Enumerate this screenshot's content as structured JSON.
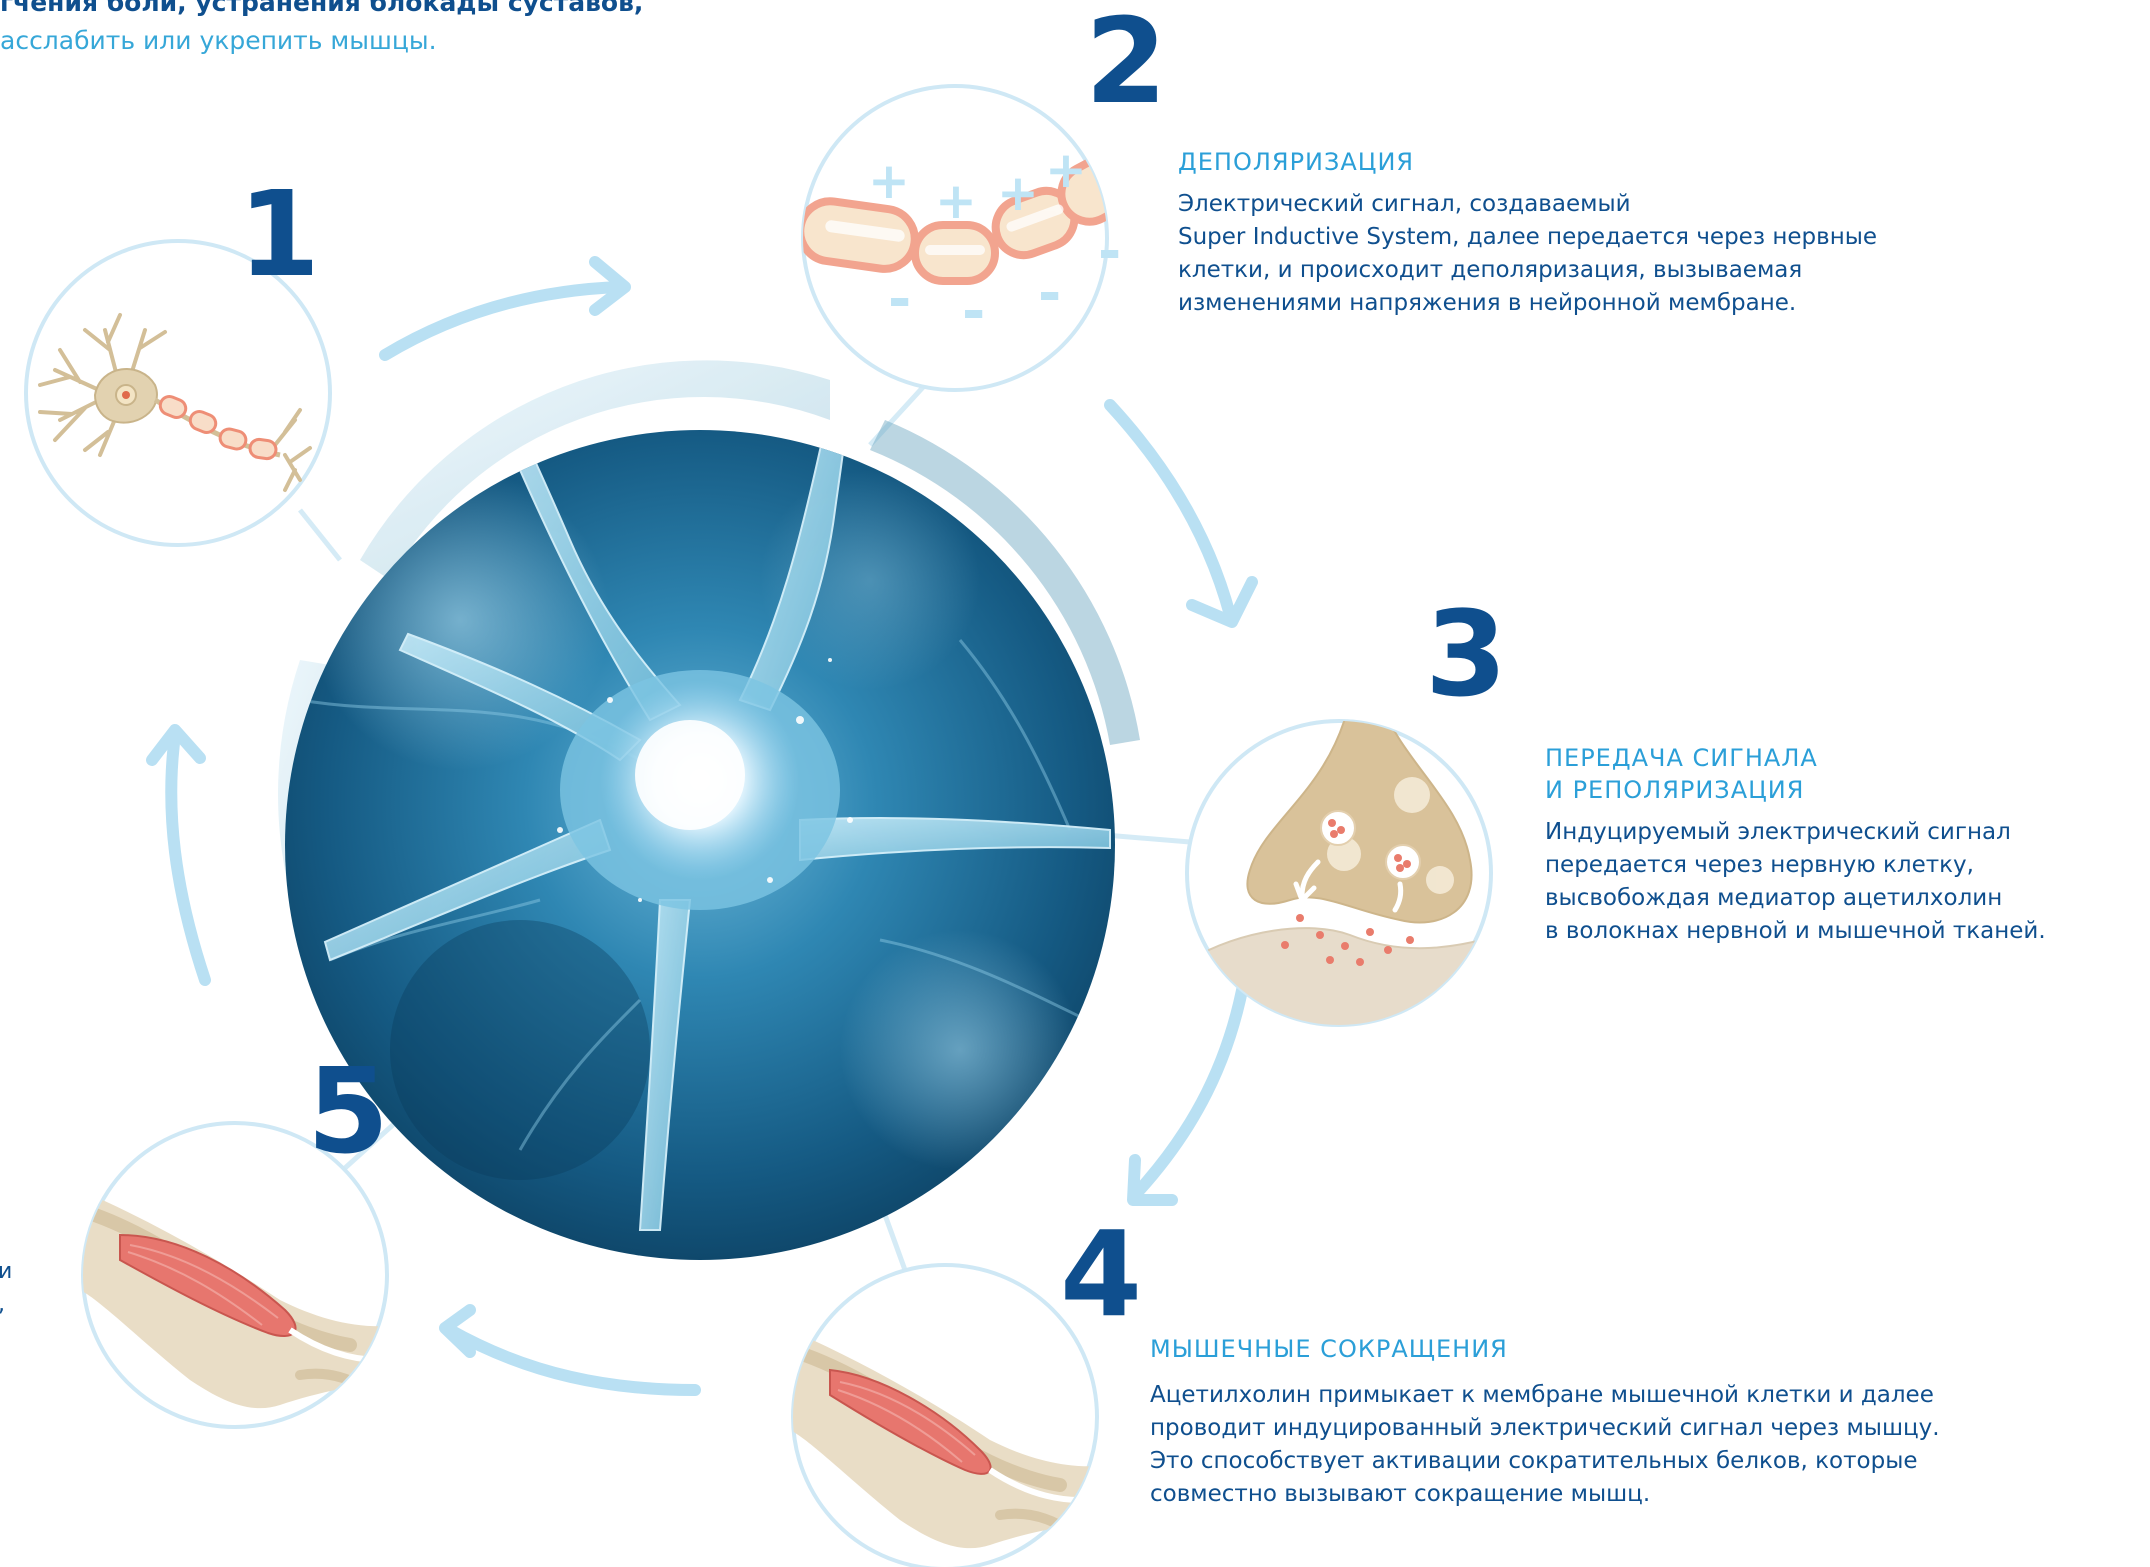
{
  "intro": {
    "bold_line": "гчения боли, устранения блокады суставов,",
    "light_line": "асслабить или укрепить мышцы."
  },
  "steps": [
    {
      "number": "1"
    },
    {
      "number": "2",
      "title": "ДЕПОЛЯРИЗАЦИЯ",
      "body": [
        "Электрический сигнал, создаваемый",
        "Super Inductive System, далее передается через нервные",
        "клетки, и происходит деполяризация, вызываемая",
        "изменениями напряжения в нейронной мембране."
      ]
    },
    {
      "number": "3",
      "title": [
        "ПЕРЕДАЧА СИГНАЛА",
        "И РЕПОЛЯРИЗАЦИЯ"
      ],
      "body": [
        "Индуцируемый электрический сигнал",
        "передается через нервную клетку,",
        "высвобождая медиатор ацетилхолин",
        "в волокнах нервной и мышечной тканей."
      ]
    },
    {
      "number": "4",
      "title": "МЫШЕЧНЫЕ СОКРАЩЕНИЯ",
      "body": [
        "Ацетилхолин примыкает к мембране мышечной клетки и далее",
        "проводит индуцированный электрический сигнал через мышцу.",
        "Это способствует активации сократительных белков, которые",
        "совместно вызывают сокращение мышц."
      ]
    },
    {
      "number": "5"
    }
  ],
  "cut_left_text": [
    "и",
    ","
  ],
  "signs": {
    "plus": "+",
    "minus": "-"
  },
  "colors": {
    "navy": "#0f4f8e",
    "cyan": "#2b9fd8",
    "arrow": "#b9e0f3",
    "circle_stroke": "#cfe8f5",
    "neuron_bg": "#1b5f86",
    "nerve_tan": "#d8c7a7",
    "myelin": "#f2a48f",
    "muscle": "#e7766e"
  },
  "icons": [
    "neuron-icon",
    "axon-segment-icon",
    "synapse-icon",
    "arm-muscle-icon",
    "arrow-icon"
  ]
}
